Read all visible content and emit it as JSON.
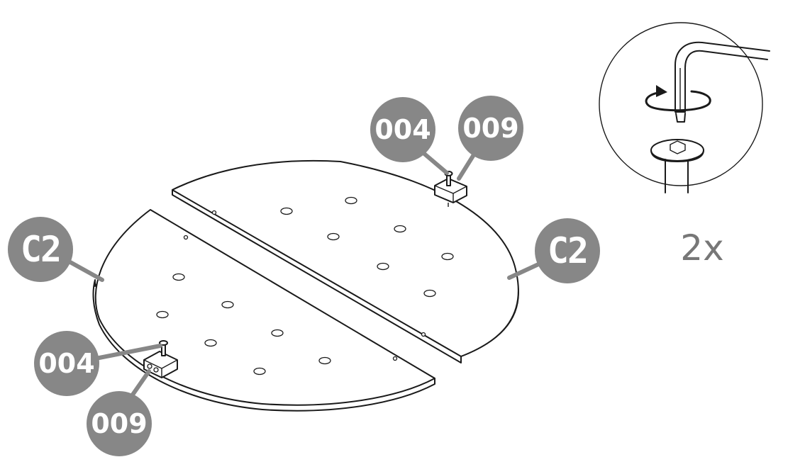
{
  "labels": {
    "part_c2_left": "C2",
    "part_c2_right": "C2",
    "part_004_top": "004",
    "part_009_top": "009",
    "part_004_bottom": "004",
    "part_009_bottom": "009"
  },
  "detail": {
    "quantity": "2x",
    "tool_icon": "hex-key-icon",
    "rotation_icon": "rotate-clockwise-icon"
  },
  "colors": {
    "callout": "#878787",
    "line": "#1a1a1a",
    "quantity_text": "#777777"
  }
}
